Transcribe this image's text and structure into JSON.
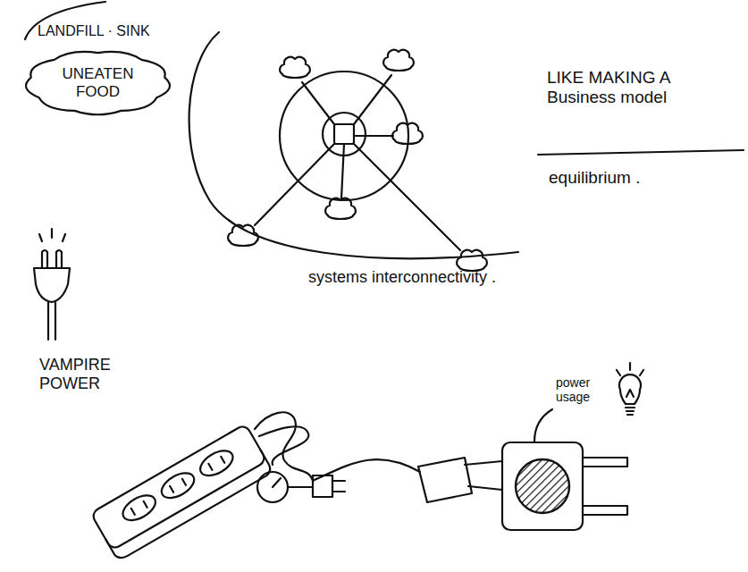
{
  "diagram": {
    "nodes": [
      {
        "text": [
          "UNEATEN FOOD"
        ]
      }
    ],
    "labels": [
      "LANDFILL · SINK",
      "LIKE MAKING A Business model",
      "equilibrium .",
      "systems interconnectivity .",
      "VAMPIRE POWER",
      "power usage"
    ]
  }
}
